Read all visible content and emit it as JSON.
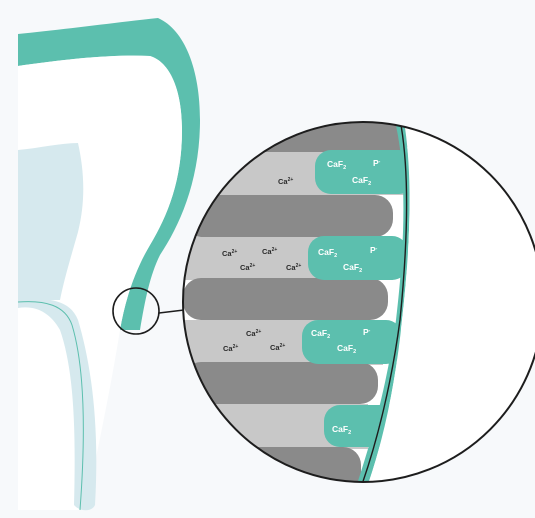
{
  "colors": {
    "background": "#f7f9fb",
    "teal": "#5cbfae",
    "dentin": "#ffffff",
    "pulp": "#d6e9ee",
    "enamel_rod": "#8a8a8a",
    "inter_rod": "#c8c8c8",
    "outline": "#1d1d1d"
  },
  "labels": {
    "ca_ion": "Ca",
    "ca_charge": "2+",
    "caf_base": "CaF",
    "caf_sub": "2",
    "p_base": "P",
    "p_sup": "-"
  }
}
